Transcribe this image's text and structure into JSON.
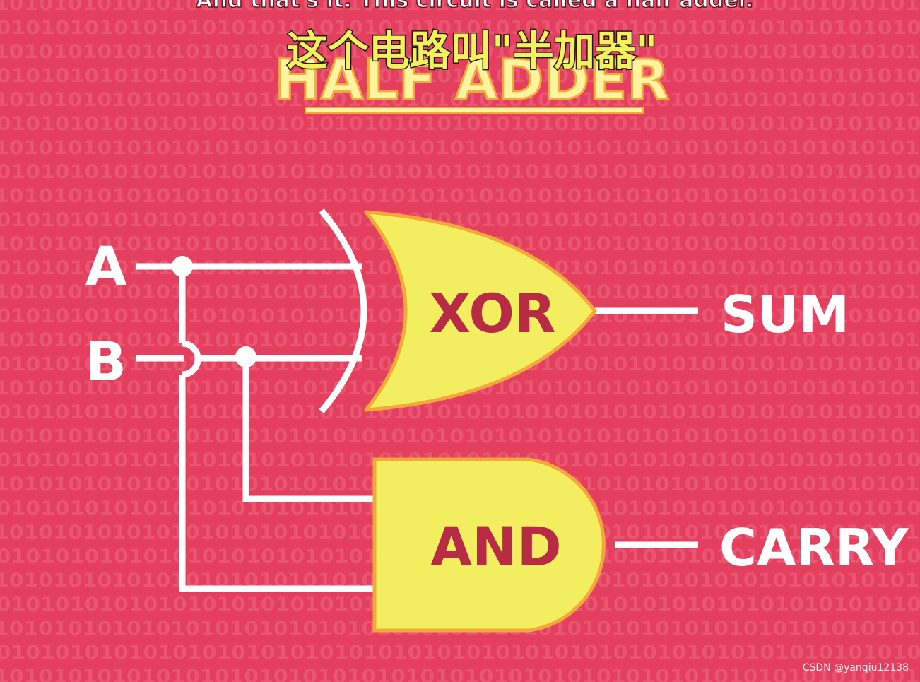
{
  "video": {
    "subtitle_english": "And that's it. This circuit is called a half adder.",
    "subtitle_chinese": "这个电路叫\"半加器\""
  },
  "diagram": {
    "title": "HALF ADDER",
    "inputs": [
      "A",
      "B"
    ],
    "gates": {
      "xor": "XOR",
      "and": "AND"
    },
    "outputs": {
      "sum": "SUM",
      "carry": "CARRY"
    },
    "background_pattern": "1010101010101010101010101010101010101010101010101010101010101010"
  },
  "watermark": "CSDN @yanqiu12138",
  "colors": {
    "background": "#e43f5e",
    "pattern": "#ee6a83",
    "gate_fill": "#f3ee60",
    "gate_outline": "#f2a93a",
    "gate_text": "#b72b45",
    "wire": "#ffffff",
    "title_fill": "#fff3a0",
    "title_outline": "#f2a93a",
    "subtitle_yellow": "#f3f05c"
  }
}
